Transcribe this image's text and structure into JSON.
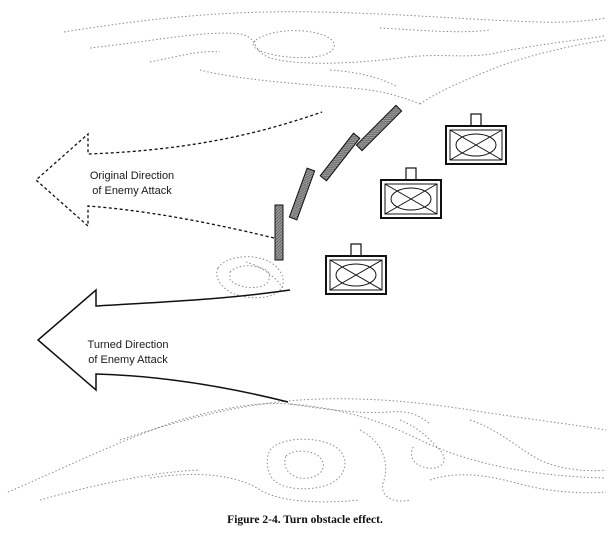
{
  "labels": {
    "original_line1": "Original Direction",
    "original_line2": "of Enemy Attack",
    "turned_line1": "Turned Direction",
    "turned_line2": "of Enemy Attack"
  },
  "caption": "Figure 2-4.  Turn obstacle effect.",
  "icons": {
    "unit_symbol": "armor-unit-icon",
    "obstacle": "obstacle-bar-icon"
  },
  "colors": {
    "line": "#111111",
    "obstacle_fill": "#8a8a8a",
    "terrain": "#8a8a8a"
  }
}
